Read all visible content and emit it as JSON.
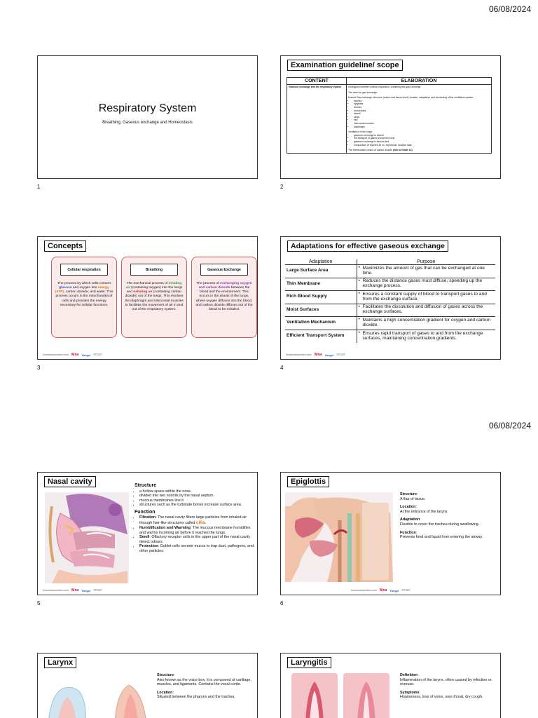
{
  "date": "06/08/2024",
  "footer": {
    "site": "Devonedusolution.com",
    "logo": "Nina",
    "brand": "Yangzi",
    "smart": "smart"
  },
  "slide1": {
    "number": "1",
    "title": "Respiratory System",
    "subtitle": "Breathing, Gaseous exchange and Homeostasis"
  },
  "slide2": {
    "number": "2",
    "heading": "Examination guideline/ scope",
    "col_content": "CONTENT",
    "col_elaboration": "ELABORATION",
    "content_cell": "Gaseous exchange and the respiratory system",
    "elab_intro": "Distinguish between cellular respiration, breathing and gas exchange",
    "elab_need": "The need for gas exchange",
    "elab_structure": "Human Gas exchange: structure (macro and tissue level): location, adaptation and functioning of the ventilation system:",
    "structure_items": [
      "trachea",
      "epiglottis",
      "bronchi",
      "bronchioles",
      "alveoli",
      "lungs",
      "ribs",
      "intercostal muscles",
      "diaphragm"
    ],
    "elab_ventilation": "Ventilation of the lungs:",
    "ventilation_items": [
      "gaseous exchange in alveoli",
      "the transport of gases around the body",
      "gaseous exchange in tissues and",
      "composition of inspired air vs. expired air: analyse data"
    ],
    "elab_homeostatic": "The homeostatic control of carbon dioxide",
    "elab_homeostatic_note": "(link to Grade 12)"
  },
  "slide3": {
    "number": "3",
    "heading": "Concepts",
    "boxes": [
      {
        "title": "Cellular respiration",
        "t1": "The process by which cells convert ",
        "k1": "glucose",
        "t2": " and oxygen into ",
        "k2": "energy (ATP)",
        "t3": ", carbon dioxide, and water. This process occurs in the mitochondria of cells and provides the energy necessary for cellular functions."
      },
      {
        "title": "Breathing",
        "t1": "The mechanical process of ",
        "k1": "inhaling air",
        "t2": " (containing oxygen) into the lungs and ",
        "k2": "exhaling air",
        "t3": " (containing carbon dioxide) out of the lungs. This involves the diaphragm and intercostal muscles to facilitate the movement of air in and out of the respiratory system."
      },
      {
        "title": "Gaseous Exchange",
        "t1": "The process of ",
        "k1": "exchanging oxygen and carbon dioxide",
        "t2": " between the blood and the environment. This occurs in the alveoli of the lungs, where oxygen diffuses into the blood, and carbon dioxide diffuses out of the blood to be exhaled.",
        "k2": "",
        "t3": ""
      }
    ]
  },
  "slide4": {
    "number": "4",
    "heading": "Adaptations for effective gaseous exchange",
    "col_adaptation": "Adaptation",
    "col_purpose": "Purpose",
    "rows": [
      {
        "adaptation": "Large Surface Area",
        "purpose": "Maximizes the amount of gas that can be exchanged at one time."
      },
      {
        "adaptation": "Thin Membrane",
        "purpose": "Reduces the distance gases must diffuse, speeding up the exchange process."
      },
      {
        "adaptation": "Rich Blood Supply",
        "purpose": "Ensures a constant supply of blood to transport gases to and from the exchange surface."
      },
      {
        "adaptation": "Moist Surfaces",
        "purpose": "Facilitates the dissolution and diffusion of gases across the exchange surfaces."
      },
      {
        "adaptation": "Ventilation Mechanism",
        "purpose": "Maintains a high concentration gradient for oxygen and carbon dioxide."
      },
      {
        "adaptation": "Efficient Transport System",
        "purpose": "Ensures rapid transport of gases to and from the exchange surfaces, maintaining concentration gradients."
      }
    ]
  },
  "slide5": {
    "number": "5",
    "heading": "Nasal cavity",
    "structure_h": "Structure",
    "structure_items": [
      "a hollow space within the nose.",
      "divided into two nostrils by the nasal septum.",
      "mucous membranes line it",
      "structures such as the turbinate bones increase surface area."
    ],
    "function_h": "Function",
    "f1_label": "Filtration",
    "f1_text": ": The nasal cavity filters large particles from inhaled air through hair-like structures called ",
    "f1_key": "cilia.",
    "f2_label": "Humidification and Warming",
    "f2_text": ": The mucous membrane humidifies and warms incoming air before it reaches the lungs.",
    "f3_label": "Smell",
    "f3_text": ": Olfactory receptor cells in the upper part of the nasal cavity detect odours.",
    "f4_label": "Protection",
    "f4_text": ": Goblet cells secrete mucus to trap dust, pathogens, and other particles."
  },
  "slide6": {
    "number": "6",
    "heading": "Epiglottis",
    "structure_label": "Structure",
    "structure_text": "A flap of tissue.",
    "location_label": "Location",
    "location_text": "At the entrance of the larynx.",
    "adaptation_label": "Adaptation",
    "adaptation_text": "Flexible to cover the trachea during swallowing.",
    "function_label": "Function",
    "function_text": "Prevents food and liquid from entering the airway."
  },
  "slide7": {
    "heading": "Larynx",
    "structure_label": "Structure",
    "structure_text": "Also known as the voice box, it is composed of cartilage, muscles, and ligaments. Contains the vocal cords.",
    "location_label": "Location",
    "location_text": "Situated between the pharynx and the trachea."
  },
  "slide8": {
    "heading": "Laryngitis",
    "definition_label": "Definition",
    "definition_text": "Inflammation of the larynx, often caused by infection or overuse.",
    "symptoms_label": "Symptoms",
    "symptoms_text": "Hoarseness, loss of voice, sore throat, dry cough."
  }
}
